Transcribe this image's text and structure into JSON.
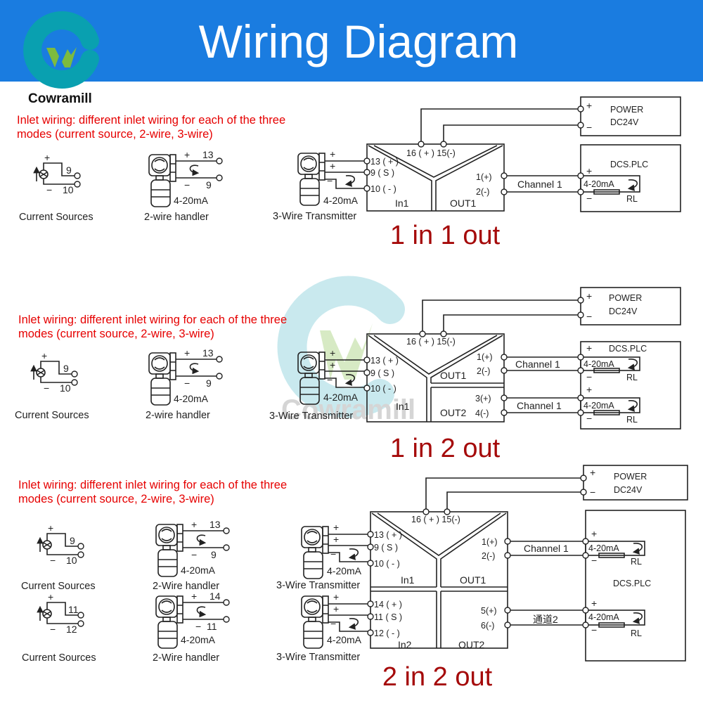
{
  "header": {
    "title": "Wiring Diagram",
    "bg_color": "#1a7ce0"
  },
  "logo": {
    "brand": "Cowramill",
    "ring_color": "#09a0b0",
    "mark_color": "#7dbb3f"
  },
  "watermark": {
    "brand": "Cowramill"
  },
  "symbols": {
    "plus": "+",
    "minus": "−"
  },
  "sections": [
    {
      "note_line1": "Inlet wiring: different inlet wiring for each of the three",
      "note_line2": "modes (current source, 2-wire, 3-wire)",
      "current_source": {
        "label": "Current Sources",
        "pos": "9",
        "neg": "10"
      },
      "two_wire": {
        "label": "2-wire handler",
        "pos": "13",
        "neg": "9",
        "signal": "4-20mA"
      },
      "three_wire": {
        "label": "3-Wire Transmitter",
        "signal": "4-20mA"
      },
      "module": {
        "power_terms": "16 ( + ) 15(-)",
        "inputs": [
          "13 ( + )",
          "9 ( S )",
          "10 ( - )"
        ],
        "outputs": [
          "1(+)",
          "2(-)"
        ],
        "in_label": "In1",
        "out_label": "OUT1"
      },
      "power": {
        "title": "POWER",
        "voltage": "DC24V"
      },
      "dcs": {
        "title": "DCS.PLC",
        "signal": "4-20mA",
        "load": "RL"
      },
      "channels": [
        "Channel 1"
      ],
      "mode_title": "1 in 1 out"
    },
    {
      "note_line1": "Inlet wiring: different inlet wiring for each of the three",
      "note_line2": "modes (current source, 2-wire, 3-wire)",
      "current_source": {
        "label": "Current Sources",
        "pos": "9",
        "neg": "10"
      },
      "two_wire": {
        "label": "2-wire handler",
        "pos": "13",
        "neg": "9",
        "signal": "4-20mA"
      },
      "three_wire": {
        "label": "3-Wire Transmitter",
        "signal": "4-20mA"
      },
      "module": {
        "power_terms": "16 ( + ) 15(-)",
        "inputs": [
          "13 ( + )",
          "9 ( S )",
          "10 ( - )"
        ],
        "outputs": [
          "1(+)",
          "2(-)",
          "3(+)",
          "4(-)"
        ],
        "in_label": "In1",
        "out_labels": [
          "OUT1",
          "OUT2"
        ]
      },
      "power": {
        "title": "POWER",
        "voltage": "DC24V"
      },
      "dcs": {
        "title": "DCS.PLC",
        "signal": "4-20mA",
        "load": "RL"
      },
      "channels": [
        "Channel 1",
        "Channel 1"
      ],
      "mode_title": "1 in 2 out"
    },
    {
      "note_line1": "Inlet wiring: different inlet wiring for each of the three",
      "note_line2": "modes (current source, 2-wire, 3-wire)",
      "current_sources": [
        {
          "label": "Current Sources",
          "pos": "9",
          "neg": "10"
        },
        {
          "label": "Current Sources",
          "pos": "11",
          "neg": "12"
        }
      ],
      "two_wires": [
        {
          "label": "2-Wire handler",
          "pos": "14",
          "neg": "11",
          "signal": "4-20mA"
        },
        {
          "label": "2-Wire handler",
          "pos": "13",
          "neg": "9",
          "signal": "4-20mA"
        }
      ],
      "three_wire": {
        "label": "3-Wire Transmitter",
        "signal": "4-20mA"
      },
      "module": {
        "power_terms": "16 ( + ) 15(-)",
        "inputs": [
          "13 ( + )",
          "9 ( S )",
          "10 ( - )",
          "14 ( + )",
          "11 ( S )",
          "12 ( - )"
        ],
        "outputs": [
          "1(+)",
          "2(-)",
          "5(+)",
          "6(-)"
        ],
        "in_labels": [
          "In1",
          "In2"
        ],
        "out_labels": [
          "OUT1",
          "OUT2"
        ]
      },
      "power": {
        "title": "POWER",
        "voltage": "DC24V"
      },
      "dcs": {
        "title": "DCS.PLC",
        "signal": "4-20mA",
        "load": "RL"
      },
      "channels": [
        "Channel 1",
        "通道2"
      ],
      "mode_title": "2 in 2 out"
    }
  ]
}
